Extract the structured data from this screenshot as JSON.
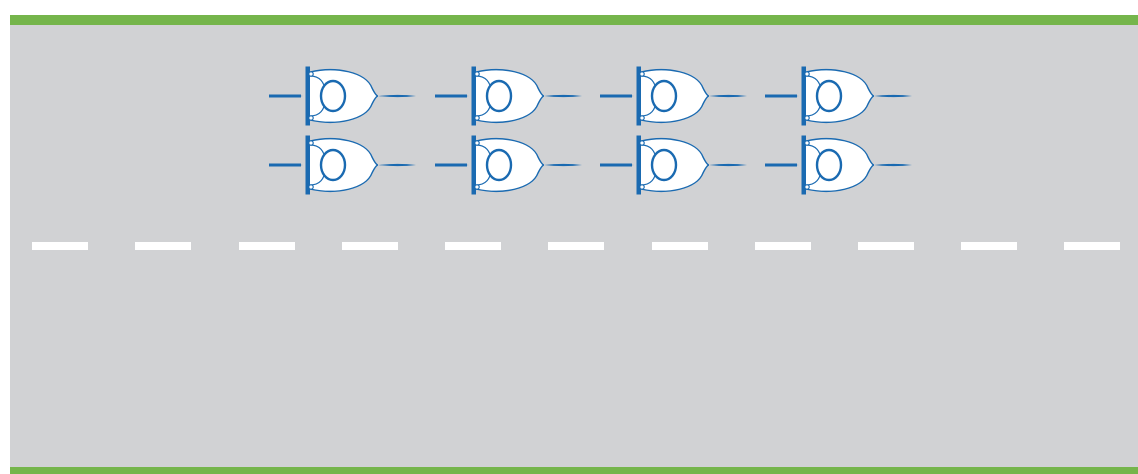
{
  "scene": {
    "kind": "road-lane-diagram",
    "colors": {
      "road": "#d1d2d4",
      "road_edge": "#75b54b",
      "lane_marking": "#ffffff",
      "cyclist_stroke": "#1a6ab1",
      "cyclist_fill": "#ffffff"
    },
    "lane_marking_style": "dashed",
    "cyclist_direction": "right",
    "formation": {
      "rows": 2,
      "columns": 4,
      "count": 8
    }
  }
}
